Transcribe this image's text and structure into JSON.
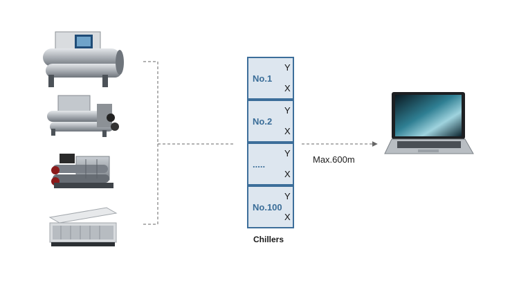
{
  "diagram": {
    "chillers": [
      {
        "name": "No.1",
        "flag_y": "Y",
        "flag_x": "X"
      },
      {
        "name": "No.2",
        "flag_y": "Y",
        "flag_x": "X"
      },
      {
        "name": ".....",
        "flag_y": "Y",
        "flag_x": "X"
      },
      {
        "name": "No.100",
        "flag_y": "Y",
        "flag_x": "X"
      }
    ],
    "stack_label": "Chillers",
    "distance_label": "Max.600m"
  },
  "colors": {
    "box_fill": "#dde6ef",
    "box_border": "#3c6e9a",
    "box_text": "#3a6d98",
    "connector": "#666666"
  },
  "icons": [
    "centrifugal-chiller-icon",
    "screw-chiller-icon",
    "modular-chiller-icon",
    "air-cooled-chiller-icon",
    "laptop-icon"
  ]
}
